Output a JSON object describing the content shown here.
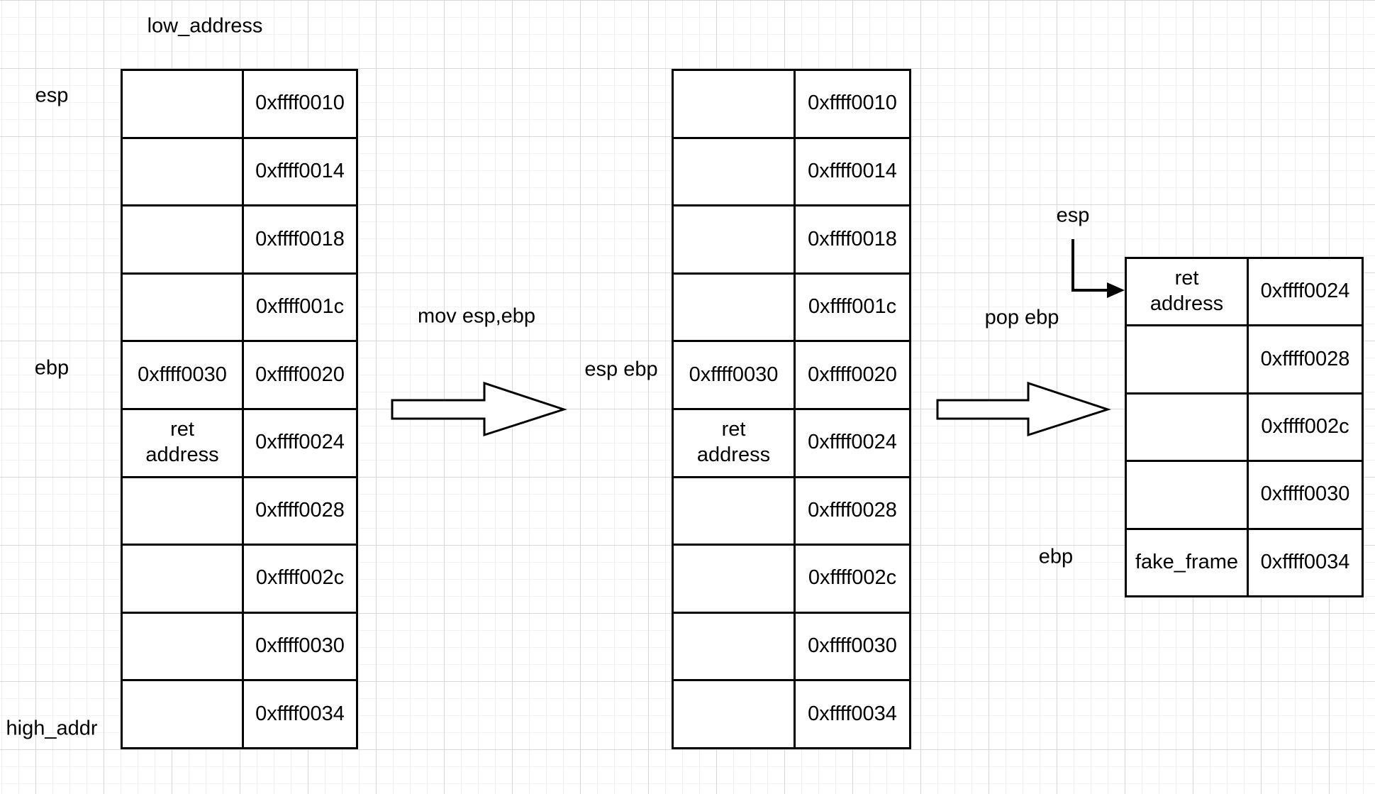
{
  "labels": {
    "low_address": "low_address",
    "esp_left": "esp",
    "ebp_left": "ebp",
    "high_addr": "high_addr",
    "mov_instruction": "mov esp,ebp",
    "esp_ebp": "esp ebp",
    "pop_instruction": "pop ebp",
    "esp_right": "esp",
    "ebp_right": "ebp"
  },
  "colors": {
    "line": "#000000",
    "text": "#000000",
    "cell_background": "#ffffff",
    "grid_minor": "#f2f2f2",
    "grid_major": "#d8d8d8",
    "canvas_background": "#ffffff"
  },
  "stacks": [
    {
      "id": "initial",
      "rows": [
        {
          "value": "",
          "address": "0xffff0010"
        },
        {
          "value": "",
          "address": "0xffff0014"
        },
        {
          "value": "",
          "address": "0xffff0018"
        },
        {
          "value": "",
          "address": "0xffff001c"
        },
        {
          "value": "0xffff0030",
          "address": "0xffff0020"
        },
        {
          "value": "ret\naddress",
          "address": "0xffff0024"
        },
        {
          "value": "",
          "address": "0xffff0028"
        },
        {
          "value": "",
          "address": "0xffff002c"
        },
        {
          "value": "",
          "address": "0xffff0030"
        },
        {
          "value": "",
          "address": "0xffff0034"
        }
      ]
    },
    {
      "id": "after_mov_esp_ebp",
      "rows": [
        {
          "value": "",
          "address": "0xffff0010"
        },
        {
          "value": "",
          "address": "0xffff0014"
        },
        {
          "value": "",
          "address": "0xffff0018"
        },
        {
          "value": "",
          "address": "0xffff001c"
        },
        {
          "value": "0xffff0030",
          "address": "0xffff0020"
        },
        {
          "value": "ret\naddress",
          "address": "0xffff0024"
        },
        {
          "value": "",
          "address": "0xffff0028"
        },
        {
          "value": "",
          "address": "0xffff002c"
        },
        {
          "value": "",
          "address": "0xffff0030"
        },
        {
          "value": "",
          "address": "0xffff0034"
        }
      ]
    },
    {
      "id": "after_pop_ebp",
      "rows": [
        {
          "value": "ret\naddress",
          "address": "0xffff0024"
        },
        {
          "value": "",
          "address": "0xffff0028"
        },
        {
          "value": "",
          "address": "0xffff002c"
        },
        {
          "value": "",
          "address": "0xffff0030"
        },
        {
          "value": "fake_frame",
          "address": "0xffff0034"
        }
      ]
    }
  ]
}
